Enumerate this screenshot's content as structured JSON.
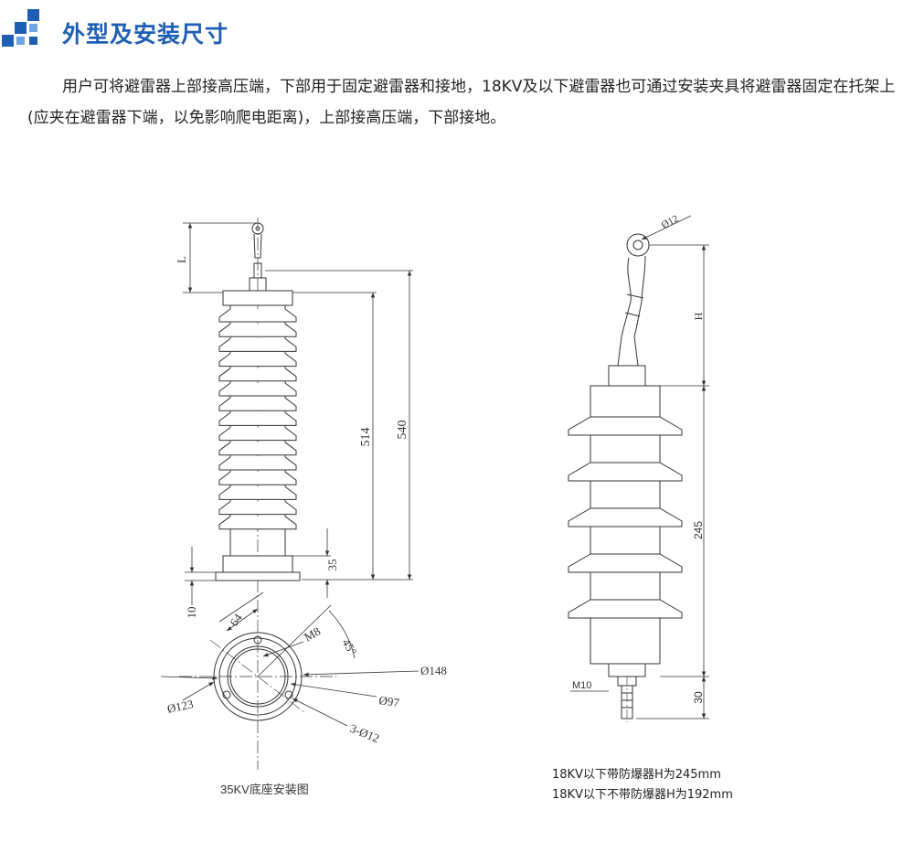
{
  "header": {
    "title": "外型及安装尺寸",
    "logo_icon": "blue-squares-icon",
    "accent_color": "#1f5fb3"
  },
  "intro": {
    "text": "用户可将避雷器上部接高压端，下部用于固定避雷器和接地，18KV及以下避雷器也可通过安装夹具将避雷器固定在托架上(应夹在避雷器下端，以免影响爬电距离)，上部接高压端，下部接地。"
  },
  "left_drawing": {
    "dims": {
      "L": "L",
      "d514": "514",
      "d540": "540",
      "d35": "35",
      "d10": "10",
      "d64": "64",
      "m8": "M8",
      "a45": "45°",
      "p148": "Ø148",
      "p123": "Ø123",
      "p97": "Ø97",
      "holes": "3-Ø12"
    },
    "caption": "35KV底座安装图"
  },
  "right_drawing": {
    "dims": {
      "p12": "Ø12",
      "H": "H",
      "d245": "245",
      "m10": "M10",
      "d30": "30"
    },
    "notes": [
      "18KV以下带防爆器H为245mm",
      "18KV以下不带防爆器H为192mm"
    ]
  }
}
